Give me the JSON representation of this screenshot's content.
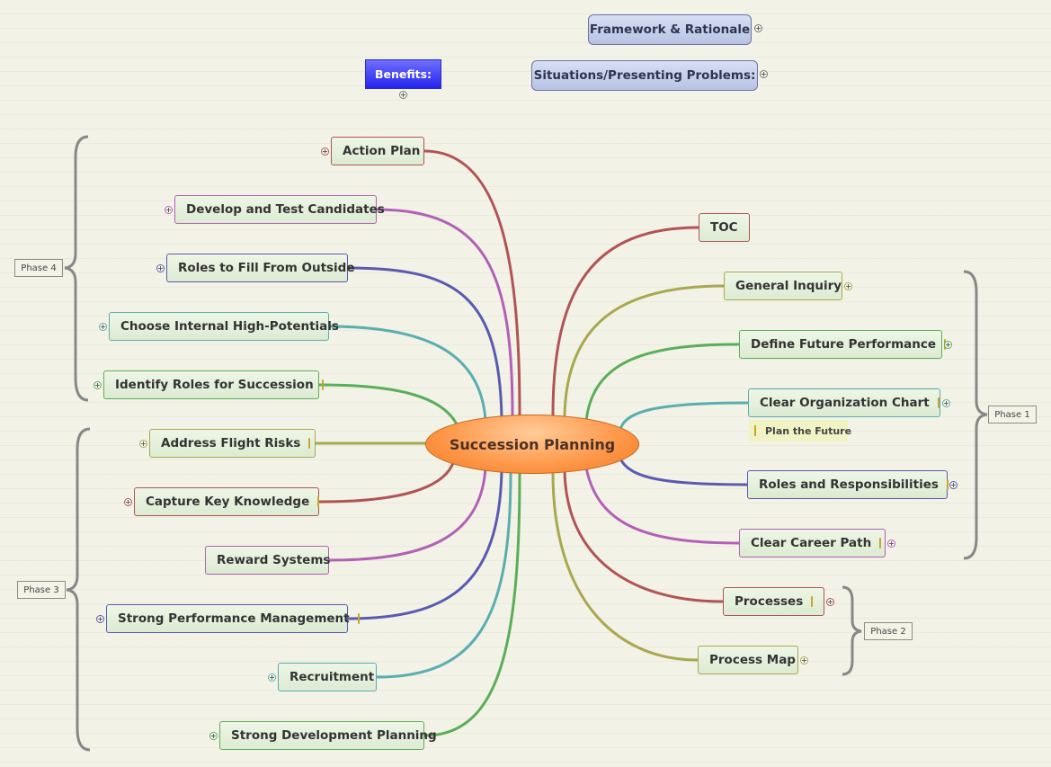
{
  "central": {
    "label": "Succession Planning"
  },
  "floating": {
    "framework": "Framework & Rationale",
    "situations": "Situations/Presenting Problems:",
    "benefits": "Benefits:"
  },
  "topics": {
    "action_plan": "Action Plan",
    "develop_test": "Develop and Test Candidates",
    "roles_outside": "Roles to Fill From Outside",
    "choose_internal": "Choose Internal High-Potentials",
    "identify_roles": "Identify Roles for Succession",
    "address_flight": "Address Flight Risks",
    "capture_knowledge": "Capture Key Knowledge",
    "reward_systems": "Reward Systems",
    "strong_performance": "Strong Performance Management",
    "recruitment": "Recruitment",
    "strong_development": "Strong Development Planning",
    "toc": "TOC",
    "general_inquiry": "General Inquiry",
    "define_future": "Define Future Performance",
    "clear_org": "Clear Organization Chart",
    "plan_future": "Plan the Future",
    "roles_resp": "Roles and Responsibilities",
    "clear_career": "Clear Career Path",
    "processes": "Processes",
    "process_map": "Process Map"
  },
  "phases": {
    "phase1": "Phase 1",
    "phase2": "Phase 2",
    "phase3": "Phase 3",
    "phase4": "Phase 4"
  },
  "colors": {
    "red": "#b05456",
    "purple": "#b260b6",
    "indigo": "#5a5ab0",
    "teal": "#5aaeb0",
    "green": "#5aae5a",
    "olive": "#a8a850",
    "central_fill": "#ff9a4d"
  }
}
